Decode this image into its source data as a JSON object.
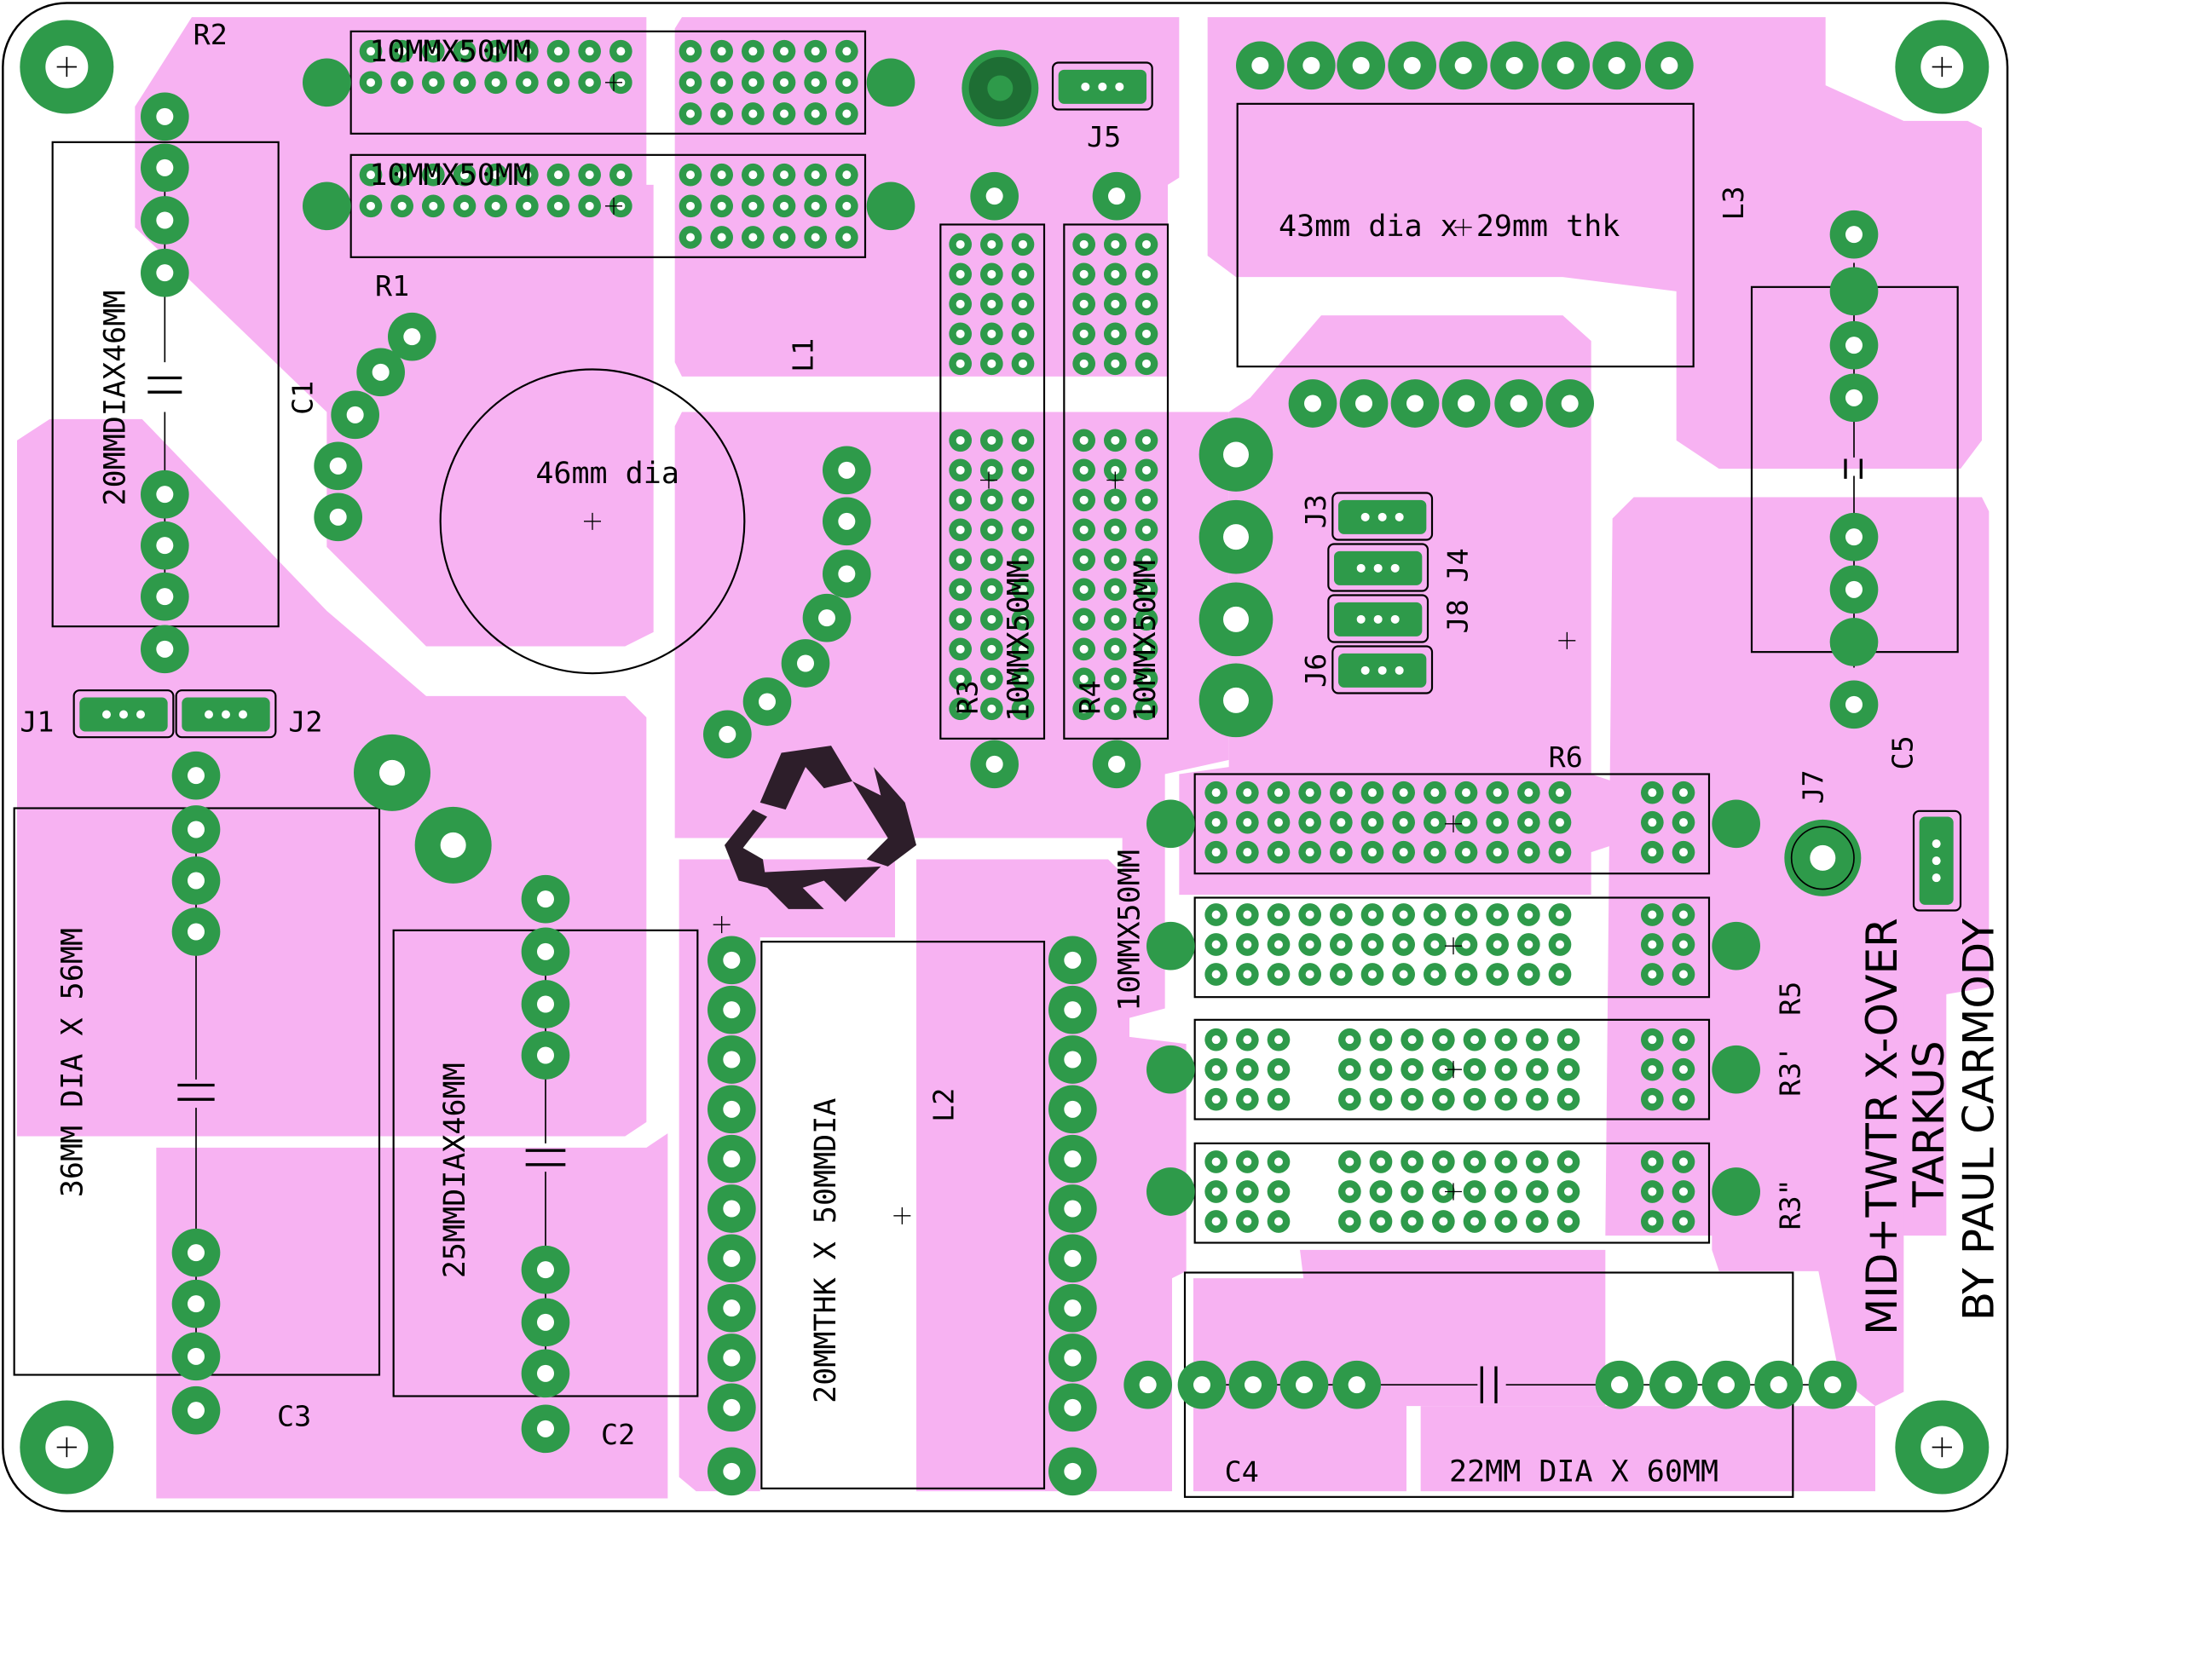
{
  "board": {
    "outline_color": "#000000",
    "copper_pour_color": "#f7b2f2",
    "pad_color": "#2e9a4a",
    "drill_color": "#ffffff"
  },
  "labels": {
    "r2": "R2",
    "r1": "R1",
    "c1": "C1",
    "c1_size": "20MMDIAX46MM",
    "r2_top_size": "10MMX50MM",
    "r2_bot_size": "10MMX50MM",
    "l1": "L1",
    "j5": "J5",
    "l3": "L3",
    "l3_size": "43mm dia x 29mm thk",
    "l1_size": "46mm dia",
    "j1": "J1",
    "j2": "J2",
    "r3": "R3",
    "r3_size": "10MMX50MM",
    "r4": "R4",
    "r4_size": "10MMX50MM",
    "j3": "J3",
    "j4": "J4",
    "j8": "J8",
    "j6": "J6",
    "r6": "R6",
    "r6_size": "10MMX50MM",
    "j7": "J7",
    "c5": "C5",
    "r5": "R5",
    "r3p": "R3'",
    "r3pp": "R3\"",
    "c3": "C3",
    "c3_size": "36MM DIA X 56MM",
    "c2": "C2",
    "c2_size": "25MMDIAX46MM",
    "l2": "L2",
    "l2_size": "20MMTHK X 50MMDIA",
    "c4": "C4",
    "c4_size": "22MM DIA X 60MM"
  },
  "title_block": {
    "line1": "MID+TWTR X-OVER",
    "line2": "TARKUS",
    "line3": "BY PAUL CARMODY"
  },
  "icons": {
    "recycle": "recycle-icon",
    "mounting_hole": "mounting-hole-icon"
  }
}
